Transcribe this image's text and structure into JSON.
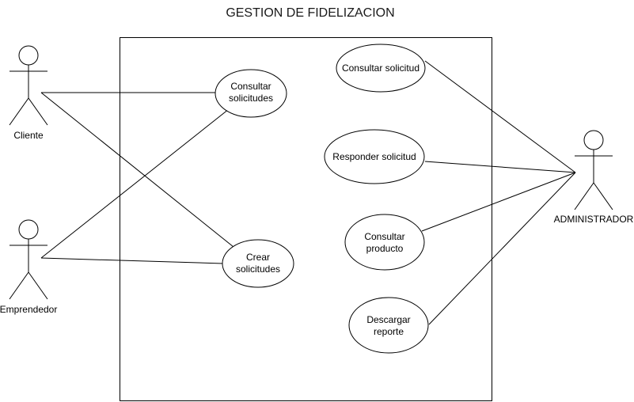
{
  "diagram": {
    "title": "GESTION DE FIDELIZACION",
    "actors": {
      "cliente": "Cliente",
      "emprendedor": "Emprendedor",
      "administrador": "ADMINISTRADOR"
    },
    "use_cases": {
      "consultar_solicitudes": [
        "Consultar",
        "solicitudes"
      ],
      "crear_solicitudes": [
        "Crear",
        "solicitudes"
      ],
      "consultar_solicitud": [
        "Consultar solicitud"
      ],
      "responder_solicitud": [
        "Responder solicitud"
      ],
      "consultar_producto": [
        "Consultar",
        "producto"
      ],
      "descargar_reporte": [
        "Descargar",
        "reporte"
      ]
    }
  }
}
